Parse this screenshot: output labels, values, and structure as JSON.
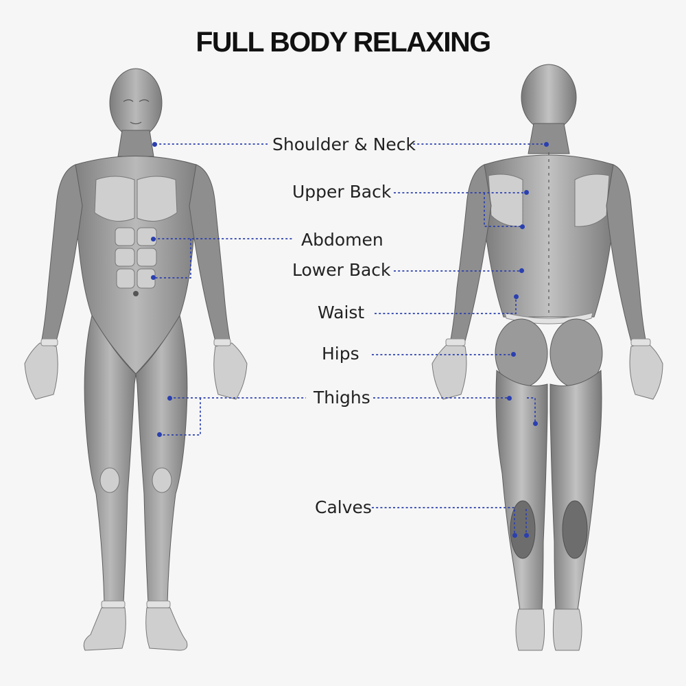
{
  "title": "FULL BODY RELAXING",
  "accent_color": "#2a3fb0",
  "figures": [
    {
      "view": "front",
      "icon": "front-anatomy-figure-icon"
    },
    {
      "view": "back",
      "icon": "back-anatomy-figure-icon"
    }
  ],
  "areas": [
    {
      "id": "shoulder-neck",
      "label": "Shoulder & Neck"
    },
    {
      "id": "upper-back",
      "label": "Upper Back"
    },
    {
      "id": "abdomen",
      "label": "Abdomen"
    },
    {
      "id": "lower-back",
      "label": "Lower Back"
    },
    {
      "id": "waist",
      "label": "Waist"
    },
    {
      "id": "hips",
      "label": "Hips"
    },
    {
      "id": "thighs",
      "label": "Thighs"
    },
    {
      "id": "calves",
      "label": "Calves"
    }
  ]
}
